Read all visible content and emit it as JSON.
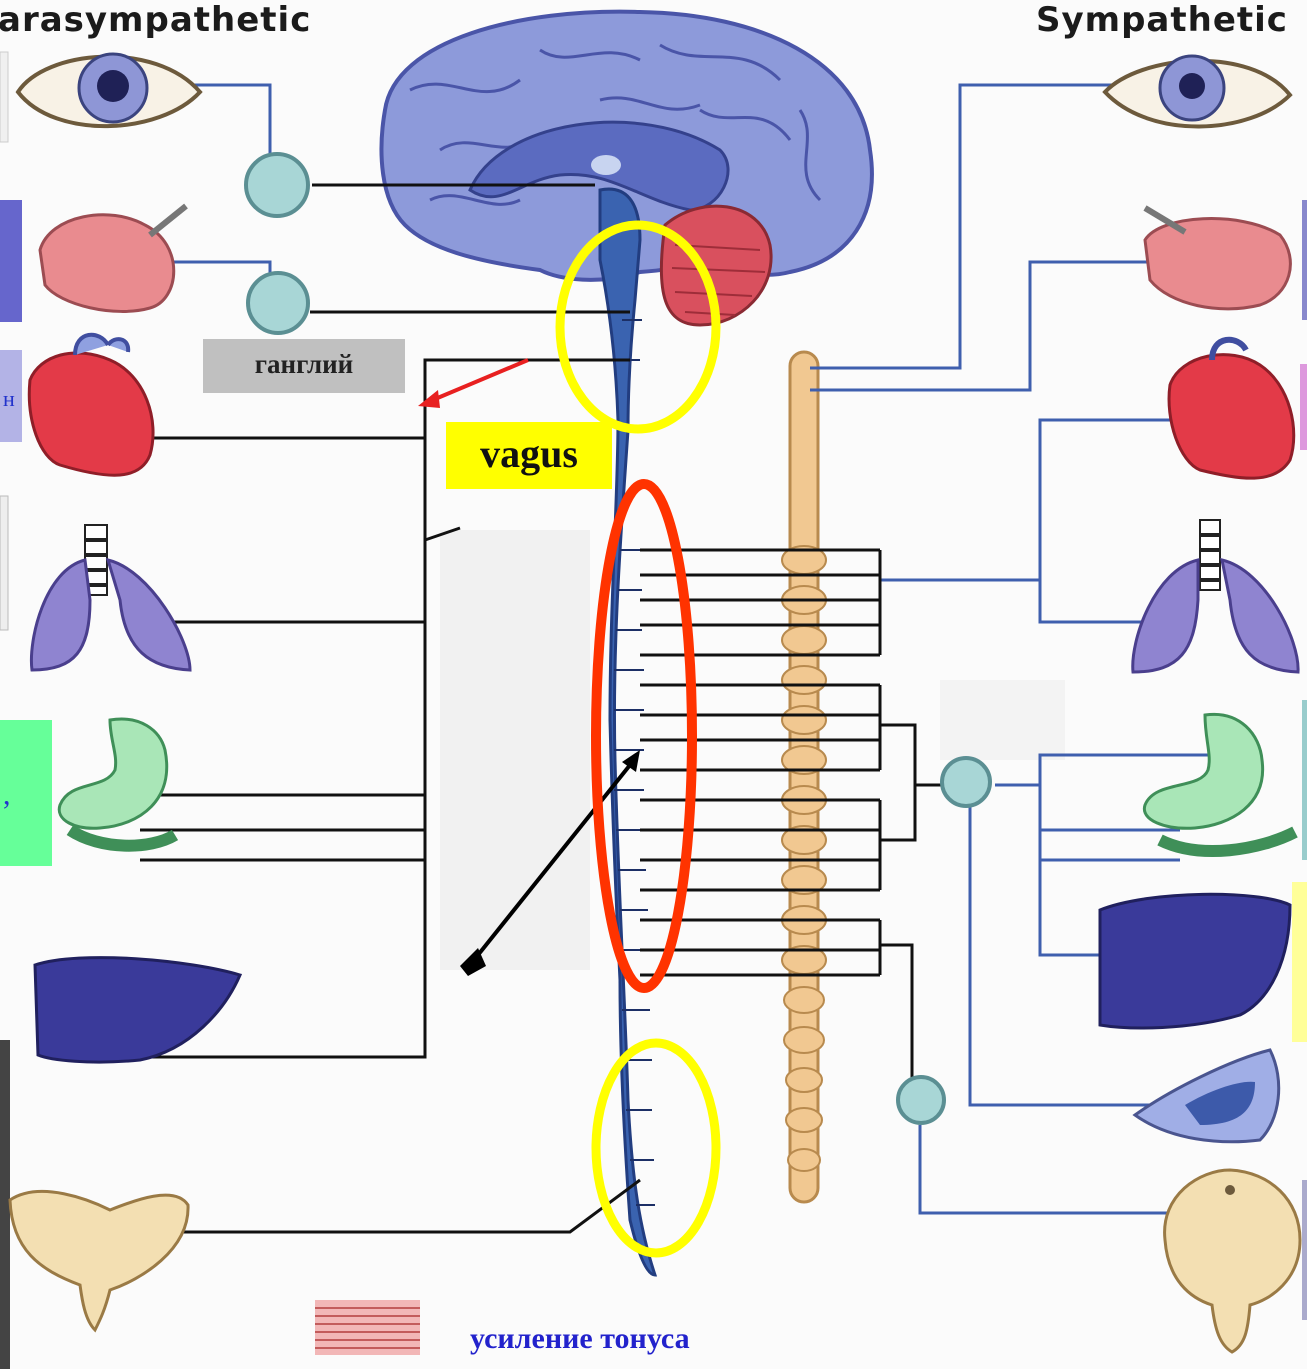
{
  "headers": {
    "left": "arasympathetic",
    "right": "Sympathetic"
  },
  "labels": {
    "ganglion": "ганглий",
    "vagus": "vagus",
    "tone": "усиление тонуса",
    "heart_left_fragment": "н",
    "stomach_left_fragment": ","
  },
  "colors": {
    "nerve_blue": "#3f5fae",
    "spinal_blue": "#3a63b0",
    "brain_blue": "#8a97d8",
    "cerebellum_red": "#d9505e",
    "ganglion_fill": "#a8d6d6",
    "sympathetic_chain": "#f1c891",
    "yellow_highlight": "#ffff00",
    "red_highlight": "#ff3300",
    "ganglion_label_bg": "#c0c0c0",
    "stomach_green": "#a9e6b7",
    "lung_purple": "#8f84d0",
    "liver_navy": "#3a3a9a",
    "bladder_beige": "#f3dfb2"
  },
  "icons": [
    "eye-icon",
    "lacrimal-gland-icon",
    "heart-icon",
    "lung-icon",
    "stomach-icon",
    "liver-icon",
    "bladder-icon",
    "brain-icon",
    "cerebellum-icon",
    "spinal-cord-icon",
    "sympathetic-chain-icon",
    "muscle-tissue-icon"
  ]
}
